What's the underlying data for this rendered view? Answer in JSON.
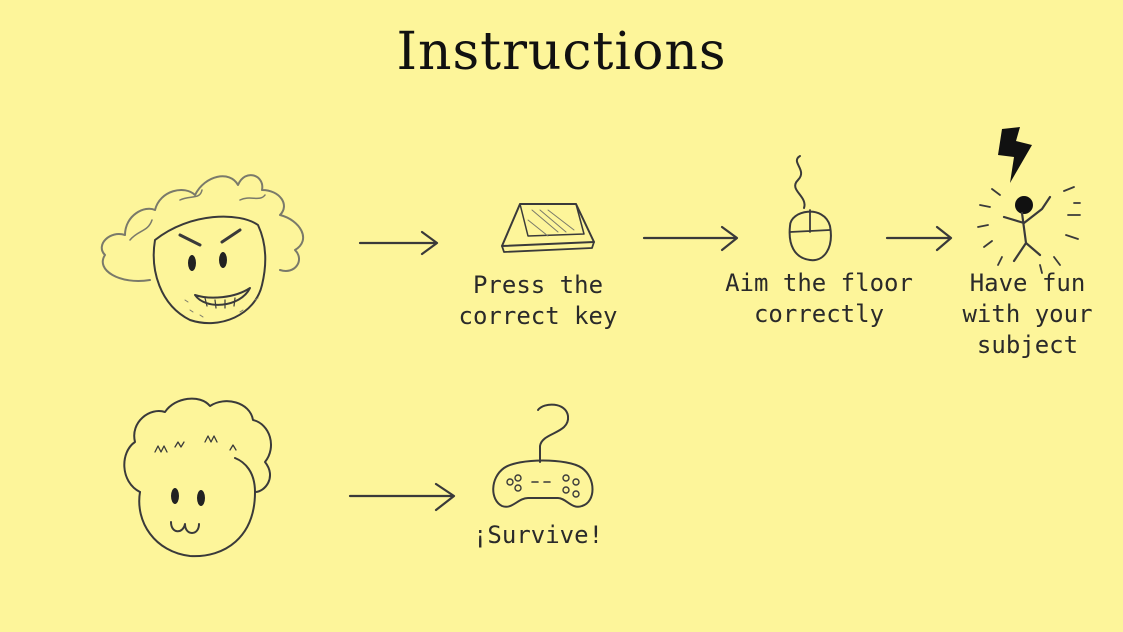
{
  "title": "Instructions",
  "player1": {
    "steps": [
      {
        "icon": "key-icon",
        "line1": "Press the",
        "line2": "correct key"
      },
      {
        "icon": "mouse-icon",
        "line1": "Aim the floor",
        "line2": "correctly"
      },
      {
        "icon": "electrocuted-stickman-icon",
        "line1": "Have fun",
        "line2": "with your",
        "line3": "subject"
      }
    ]
  },
  "player2": {
    "steps": [
      {
        "icon": "gamepad-icon",
        "line1": "¡Survive!"
      }
    ]
  },
  "colors": {
    "background": "#fdf59a",
    "ink": "#1e1e1e"
  }
}
